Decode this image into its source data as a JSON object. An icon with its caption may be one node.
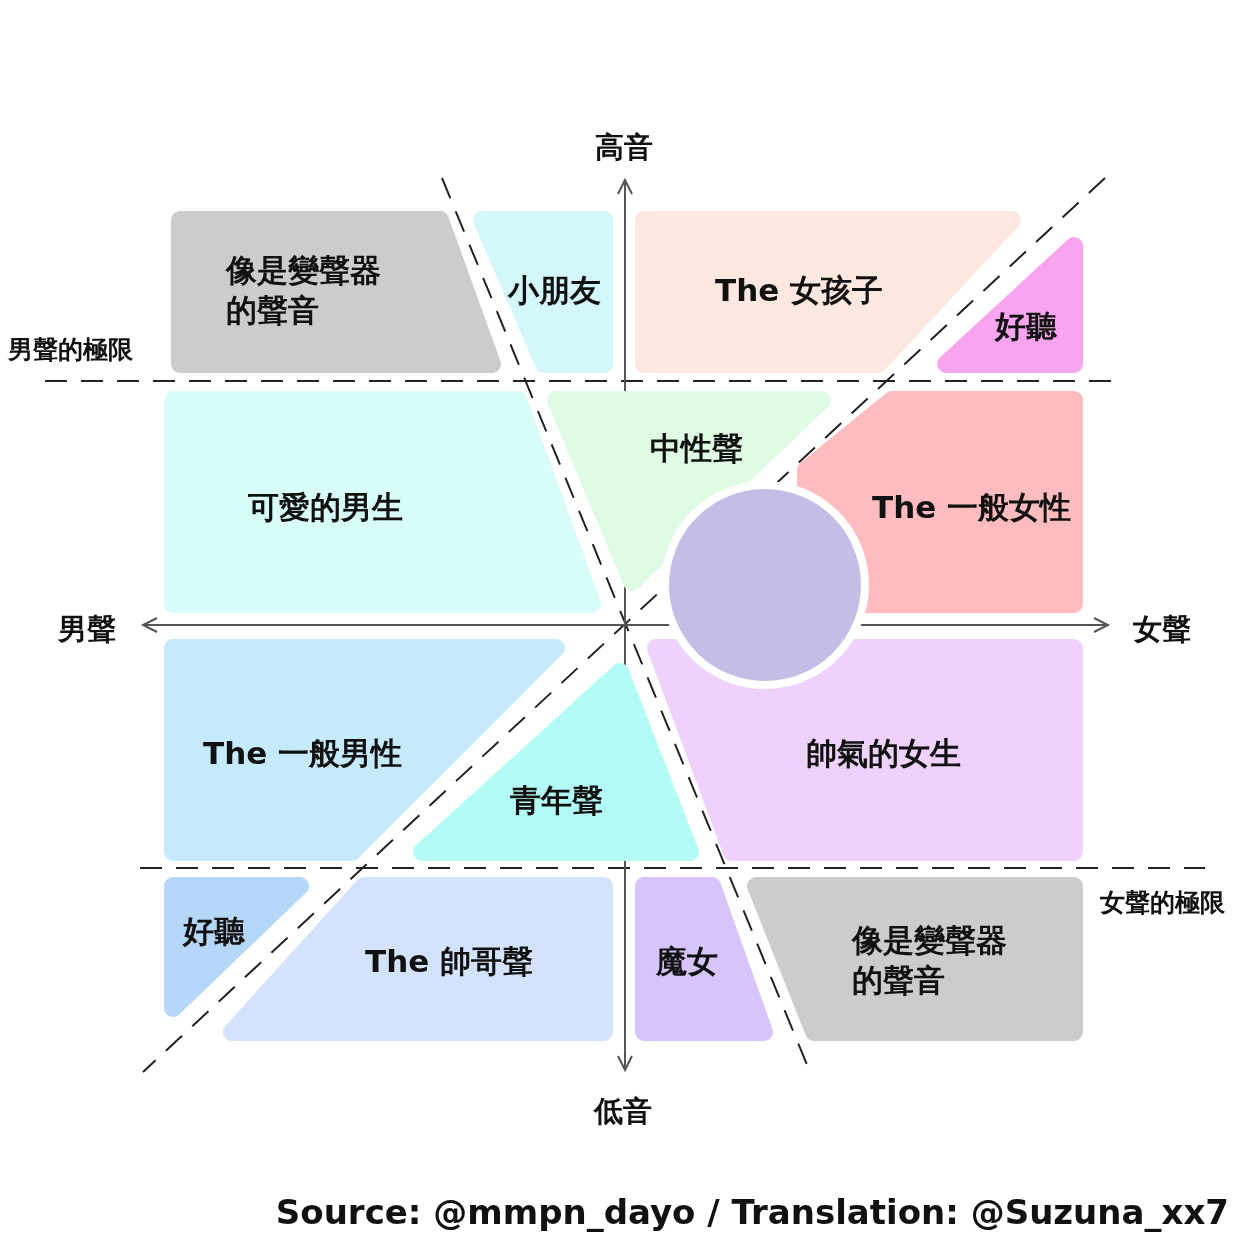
{
  "diagram": {
    "caption": "Source: @mmpn_dayo / Translation: @Suzuna_xx7",
    "nodes": [
      {
        "text": [
          "像是變聲器的聲音"
        ]
      },
      {
        "text": [
          "小朋友"
        ]
      },
      {
        "text": [
          "The 女孩子"
        ]
      },
      {
        "text": [
          "好聽"
        ]
      },
      {
        "text": [
          "中性聲"
        ]
      },
      {
        "text": [
          "可愛的男生"
        ]
      },
      {
        "text": [
          "The 一般女性"
        ]
      },
      {
        "text": [],
        "shape": "circle"
      },
      {
        "text": [
          "The 一般男性"
        ]
      },
      {
        "text": [
          "青年聲"
        ]
      },
      {
        "text": [
          "帥氣的女生"
        ]
      },
      {
        "text": [
          "好聽"
        ]
      },
      {
        "text": [
          "The 帥哥聲"
        ]
      },
      {
        "text": [
          "魔女"
        ]
      },
      {
        "text": [
          "像是變聲器的聲音"
        ]
      }
    ],
    "labels": [
      "高音",
      "男聲的極限",
      "男聲",
      "女聲",
      "女聲的極限",
      "低音"
    ]
  }
}
